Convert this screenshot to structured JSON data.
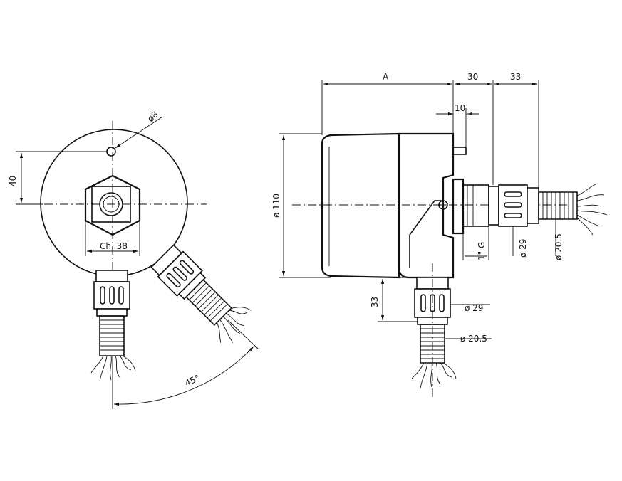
{
  "dimensions": {
    "d8": "ø8",
    "d40": "40",
    "ch38": "Ch. 38",
    "angle45": "45°",
    "A": "A",
    "d30": "30",
    "d33top": "33",
    "d10": "10",
    "d110": "ø 110",
    "g1": "1\" G",
    "d29side": "ø 29",
    "d205side": "ø 20.5",
    "d33left": "33",
    "d29bottom": "ø 29",
    "d205bottom": "ø 20.5"
  }
}
